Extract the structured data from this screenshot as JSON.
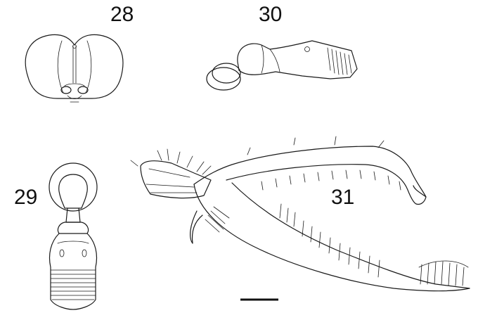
{
  "plate": {
    "background": "#ffffff",
    "ink_color": "#1a1a1a"
  },
  "figures": [
    {
      "id": "fig28",
      "number": "28"
    },
    {
      "id": "fig29",
      "number": "29"
    },
    {
      "id": "fig30",
      "number": "30"
    },
    {
      "id": "fig31",
      "number": "31"
    }
  ]
}
